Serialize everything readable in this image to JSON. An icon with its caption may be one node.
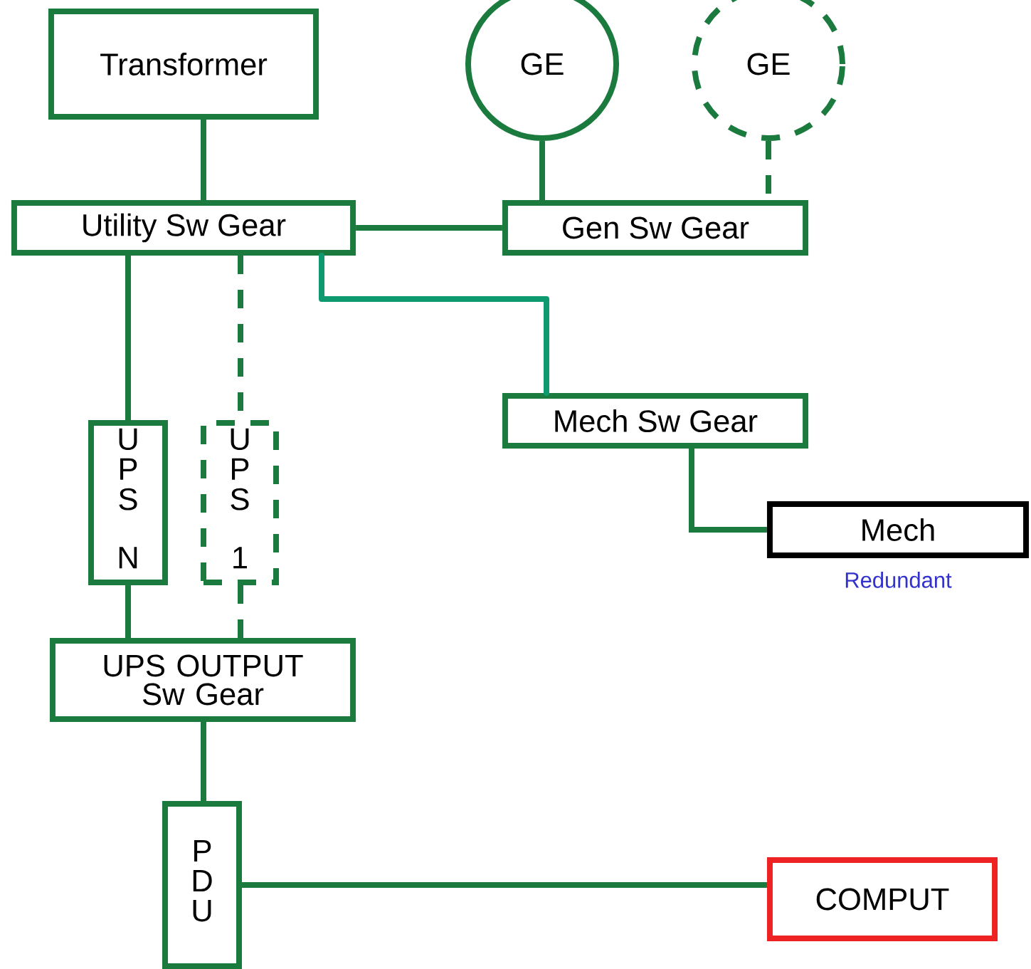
{
  "diagram": {
    "nodes": [
      {
        "text": [
          "Transformer"
        ]
      },
      {
        "text": [
          "GE"
        ]
      },
      {
        "text": [
          "GE"
        ]
      },
      {
        "text": [
          "Utility Sw Gear"
        ]
      },
      {
        "text": [
          "Gen Sw Gear"
        ]
      },
      {
        "text": [
          "Mech Sw Gear"
        ]
      },
      {
        "text": [
          "UPS N"
        ]
      },
      {
        "text": [
          "UPS 1"
        ]
      },
      {
        "text": [
          "UPS OUTPUT Sw Gear"
        ]
      },
      {
        "text": [
          "PDU"
        ]
      },
      {
        "text": [
          "Mech"
        ],
        "beside": [
          "Redundant"
        ]
      },
      {
        "text": [
          "COMPUT"
        ]
      }
    ],
    "edges": [
      {
        "from": 0,
        "to": 3,
        "arrow": "none"
      },
      {
        "from": 1,
        "to": 4,
        "arrow": "none"
      },
      {
        "from": 2,
        "to": 4,
        "arrow": "none",
        "style": "dashed"
      },
      {
        "from": 3,
        "to": 4,
        "arrow": "none"
      },
      {
        "from": 3,
        "to": 6,
        "arrow": "none"
      },
      {
        "from": 3,
        "to": 7,
        "arrow": "none",
        "style": "dashed"
      },
      {
        "from": 3,
        "to": 5,
        "arrow": "none",
        "color": "#0c9a6e"
      },
      {
        "from": 6,
        "to": 8,
        "arrow": "none"
      },
      {
        "from": 7,
        "to": 8,
        "arrow": "none",
        "style": "dashed"
      },
      {
        "from": 8,
        "to": 9,
        "arrow": "none"
      },
      {
        "from": 5,
        "to": 10,
        "arrow": "none"
      },
      {
        "from": 9,
        "to": 11,
        "arrow": "none"
      }
    ]
  }
}
